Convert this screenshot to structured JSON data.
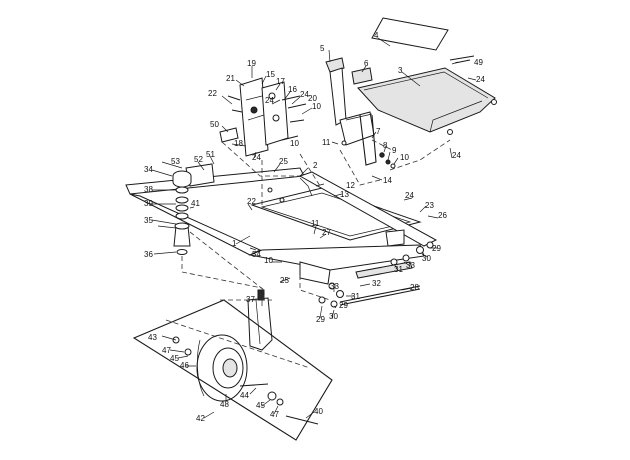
{
  "callouts": [
    {
      "id": "c4",
      "text": "4"
    },
    {
      "id": "c5",
      "text": "5"
    },
    {
      "id": "c6",
      "text": "6"
    },
    {
      "id": "c3",
      "text": "3"
    },
    {
      "id": "c49",
      "text": "49"
    },
    {
      "id": "c24a",
      "text": "24"
    },
    {
      "id": "c19",
      "text": "19"
    },
    {
      "id": "c21",
      "text": "21"
    },
    {
      "id": "c15",
      "text": "15"
    },
    {
      "id": "c17",
      "text": "17"
    },
    {
      "id": "c16",
      "text": "16"
    },
    {
      "id": "c24b",
      "text": "24"
    },
    {
      "id": "c20",
      "text": "20"
    },
    {
      "id": "c22a",
      "text": "22"
    },
    {
      "id": "c24c",
      "text": "24"
    },
    {
      "id": "c10a",
      "text": "10"
    },
    {
      "id": "c50",
      "text": "50"
    },
    {
      "id": "c18",
      "text": "18"
    },
    {
      "id": "c10b",
      "text": "10"
    },
    {
      "id": "c24d",
      "text": "24"
    },
    {
      "id": "c7",
      "text": "7"
    },
    {
      "id": "c11a",
      "text": "11"
    },
    {
      "id": "c8",
      "text": "8"
    },
    {
      "id": "c9",
      "text": "9"
    },
    {
      "id": "c10c",
      "text": "10"
    },
    {
      "id": "c24e",
      "text": "24"
    },
    {
      "id": "c53",
      "text": "53"
    },
    {
      "id": "c52",
      "text": "52"
    },
    {
      "id": "c51",
      "text": "51"
    },
    {
      "id": "c25a",
      "text": "25"
    },
    {
      "id": "c2",
      "text": "2"
    },
    {
      "id": "c12",
      "text": "12"
    },
    {
      "id": "c14",
      "text": "14"
    },
    {
      "id": "c13",
      "text": "13"
    },
    {
      "id": "c34",
      "text": "34"
    },
    {
      "id": "c38",
      "text": "38"
    },
    {
      "id": "c39",
      "text": "39"
    },
    {
      "id": "c41",
      "text": "41"
    },
    {
      "id": "c35",
      "text": "35"
    },
    {
      "id": "c22b",
      "text": "22"
    },
    {
      "id": "c24f",
      "text": "24"
    },
    {
      "id": "c23",
      "text": "23"
    },
    {
      "id": "c26",
      "text": "26"
    },
    {
      "id": "c11b",
      "text": "11"
    },
    {
      "id": "c27",
      "text": "27"
    },
    {
      "id": "c1",
      "text": "1"
    },
    {
      "id": "c36",
      "text": "36"
    },
    {
      "id": "c54",
      "text": "54"
    },
    {
      "id": "c10d",
      "text": "10"
    },
    {
      "id": "c29a",
      "text": "29"
    },
    {
      "id": "c31a",
      "text": "31"
    },
    {
      "id": "c33a",
      "text": "33"
    },
    {
      "id": "c30a",
      "text": "30"
    },
    {
      "id": "c25b",
      "text": "25"
    },
    {
      "id": "c33b",
      "text": "33"
    },
    {
      "id": "c32",
      "text": "32"
    },
    {
      "id": "c31b",
      "text": "31"
    },
    {
      "id": "c28",
      "text": "28"
    },
    {
      "id": "c29b",
      "text": "29"
    },
    {
      "id": "c29c",
      "text": "29"
    },
    {
      "id": "c30b",
      "text": "30"
    },
    {
      "id": "c37",
      "text": "37"
    },
    {
      "id": "c43",
      "text": "43"
    },
    {
      "id": "c47a",
      "text": "47"
    },
    {
      "id": "c45a",
      "text": "45"
    },
    {
      "id": "c46",
      "text": "46"
    },
    {
      "id": "c44",
      "text": "44"
    },
    {
      "id": "c48",
      "text": "48"
    },
    {
      "id": "c45b",
      "text": "45"
    },
    {
      "id": "c47b",
      "text": "47"
    },
    {
      "id": "c40",
      "text": "40"
    },
    {
      "id": "c42",
      "text": "42"
    }
  ]
}
